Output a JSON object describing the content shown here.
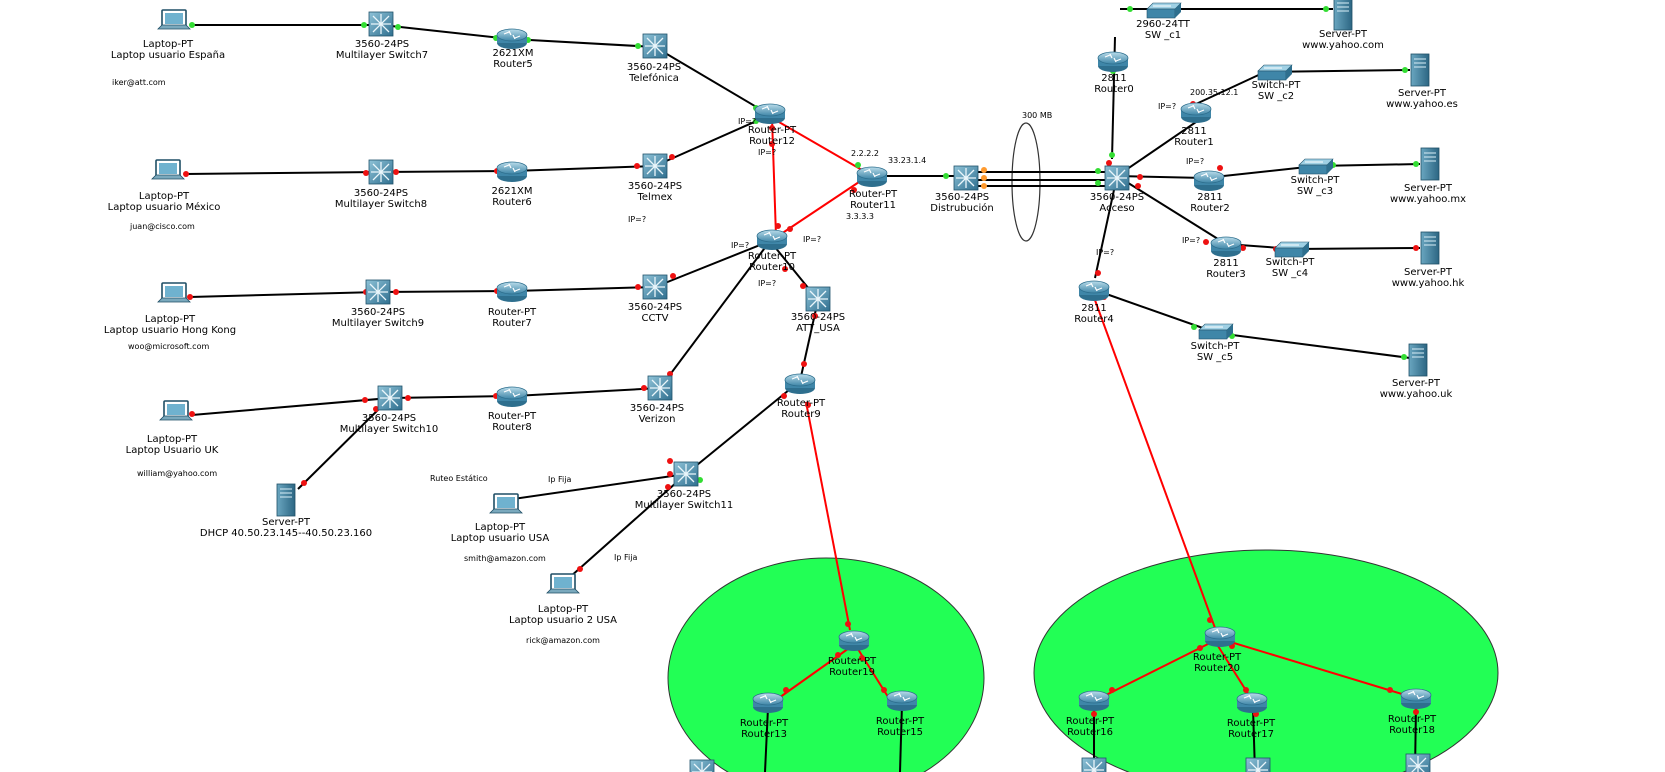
{
  "labels": {
    "laptop_es": [
      "Laptop-PT",
      "Laptop usuario  España"
    ],
    "laptop_es_mail": "iker@att.com",
    "ms7": [
      "3560-24PS",
      "Multilayer Switch7"
    ],
    "r5": [
      "2621XM",
      "Router5"
    ],
    "telefonica": [
      "3560-24PS",
      "Telefónica"
    ],
    "r12": [
      "Router-PT",
      "Router12"
    ],
    "laptop_mx": [
      "Laptop-PT",
      "Laptop usuario México"
    ],
    "laptop_mx_mail": "juan@cisco.com",
    "ms8": [
      "3560-24PS",
      "Multilayer Switch8"
    ],
    "r6": [
      "2621XM",
      "Router6"
    ],
    "telmex": [
      "3560-24PS",
      "Telmex"
    ],
    "r11": [
      "Router-PT",
      "Router11"
    ],
    "distribucion": [
      "3560-24PS",
      "Distrubución"
    ],
    "acceso": [
      "3560-24PS",
      "Acceso"
    ],
    "laptop_hk": [
      "Laptop-PT",
      "Laptop usuario Hong Kong"
    ],
    "laptop_hk_mail": "woo@microsoft.com",
    "ms9": [
      "3560-24PS",
      "Multilayer Switch9"
    ],
    "r7": [
      "Router-PT",
      "Router7"
    ],
    "cctv": [
      "3560-24PS",
      "CCTV"
    ],
    "r10": [
      "Router-PT",
      "Router10"
    ],
    "att_usa": [
      "3560-24PS",
      "ATT_USA"
    ],
    "laptop_uk": [
      "Laptop-PT",
      "Laptop   Usuario UK"
    ],
    "laptop_uk_mail": "william@yahoo.com",
    "ms10": [
      "3560-24PS",
      "Multilayer Switch10"
    ],
    "r8": [
      "Router-PT",
      "Router8"
    ],
    "verizon": [
      "3560-24PS",
      "Verizon"
    ],
    "r9": [
      "Router-PT",
      "Router9"
    ],
    "dhcp": [
      "Server-PT",
      "DHCP 40.50.23.145--40.50.23.160"
    ],
    "ruteo": "Ruteo Estático",
    "ipfija1": "Ip Fija",
    "ipfija2": "Ip Fija",
    "laptop_usa": [
      "Laptop-PT",
      "Laptop usuario   USA"
    ],
    "laptop_usa_mail": "smith@amazon.com",
    "ms11": [
      "3560-24PS",
      "Multilayer Switch11"
    ],
    "laptop_usa2": [
      "Laptop-PT",
      "Laptop usuario 2 USA"
    ],
    "laptop_usa2_mail": "rick@amazon.com",
    "r19": [
      "Router-PT",
      "Router19"
    ],
    "r13": [
      "Router-PT",
      "Router13"
    ],
    "r15": [
      "Router-PT",
      "Router15"
    ],
    "r20": [
      "Router-PT",
      "Router20"
    ],
    "r16": [
      "Router-PT",
      "Router16"
    ],
    "r17": [
      "Router-PT",
      "Router17"
    ],
    "r18": [
      "Router-PT",
      "Router18"
    ],
    "sw_c1": [
      "2960-24TT",
      "SW _c1"
    ],
    "yahoo_com": [
      "Server-PT",
      "www.yahoo.com"
    ],
    "r0": [
      "2811",
      "Router0"
    ],
    "sw_c2": [
      "Switch-PT",
      "SW _c2"
    ],
    "yahoo_es": [
      "Server-PT",
      "www.yahoo.es"
    ],
    "r1": [
      "2811",
      "Router1"
    ],
    "r2": [
      "2811",
      "Router2"
    ],
    "sw_c3": [
      "Switch-PT",
      "SW _c3"
    ],
    "yahoo_mx": [
      "Server-PT",
      "www.yahoo.mx"
    ],
    "r3": [
      "2811",
      "Router3"
    ],
    "sw_c4": [
      "Switch-PT",
      "SW _c4"
    ],
    "yahoo_hk": [
      "Server-PT",
      "www.yahoo.hk"
    ],
    "r4": [
      "2811",
      "Router4"
    ],
    "sw_c5": [
      "Switch-PT",
      "SW _c5"
    ],
    "yahoo_uk": [
      "Server-PT",
      "www.yahoo.uk"
    ],
    "etherchannel": "300 MB"
  },
  "ip_labels": {
    "ip_r12_top": "IP=?",
    "ip_r12_bottom": "IP=?",
    "ip_telmex": "IP=?",
    "ip_r10_left": "IP=?",
    "ip_r10_right": "IP=?",
    "ip_r10_bottom": "IP=?",
    "ip_2222": "2.2.2.2",
    "ip_33231": "33.23.1.4",
    "ip_3333": "3.3.3.3",
    "ip_r1": "IP=?",
    "ip_r1_addr": "200.35.12.1",
    "ip_r2": "IP=?",
    "ip_r3": "IP=?",
    "ip_r4": "IP=?"
  },
  "colors": {
    "zone_fill": "#22ff55",
    "link_copper": "#000000",
    "link_serial": "#ff0000",
    "port_up": "#33dd33",
    "port_down": "#ee1111",
    "router_body": "#5fa7c6",
    "switch_body": "#4b8db0"
  }
}
